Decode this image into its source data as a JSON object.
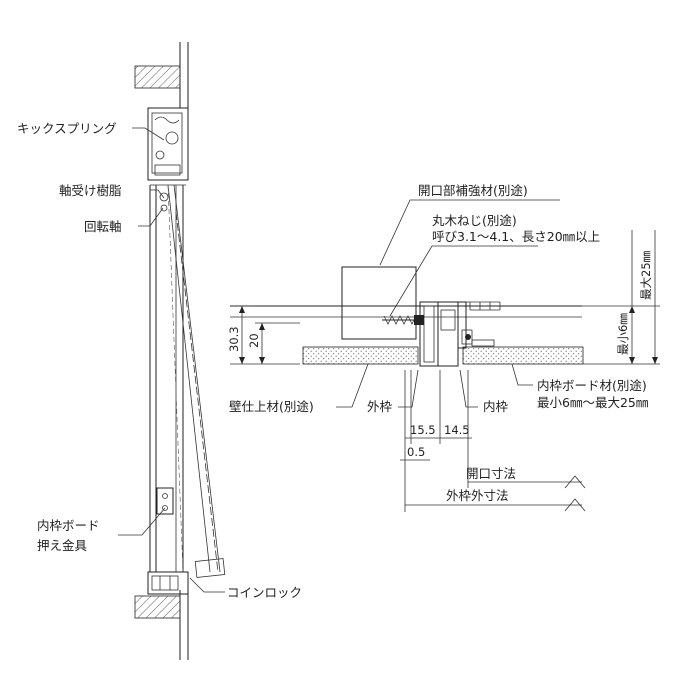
{
  "left_view": {
    "labels": {
      "kick_spring": "キックスプリング",
      "bearing_resin": "軸受け樹脂",
      "rotation_axis": "回転軸",
      "inner_frame_board_bracket_line1": "内枠ボード",
      "inner_frame_board_bracket_line2": "押え金具",
      "coin_lock": "コインロック"
    }
  },
  "section_view": {
    "labels": {
      "opening_reinforcement": "開口部補強材(別途)",
      "wood_screw_line1": "丸木ねじ(別途)",
      "wood_screw_line2": "呼び3.1～4.1、長さ20㎜以上",
      "max_25": "最大25㎜",
      "min_6": "最小6㎜",
      "wall_finish": "壁仕上材(別途)",
      "outer_frame": "外枠",
      "inner_frame": "内枠",
      "inner_board_line1": "内枠ボード材(別途)",
      "inner_board_line2": "最小6㎜～最大25㎜",
      "opening_size": "開口寸法",
      "outer_frame_size": "外枠外寸法"
    },
    "dimensions": {
      "height_total": "30.3",
      "height_inner": "20",
      "width_a": "15.5",
      "width_b": "14.5",
      "offset": "0.5"
    }
  }
}
